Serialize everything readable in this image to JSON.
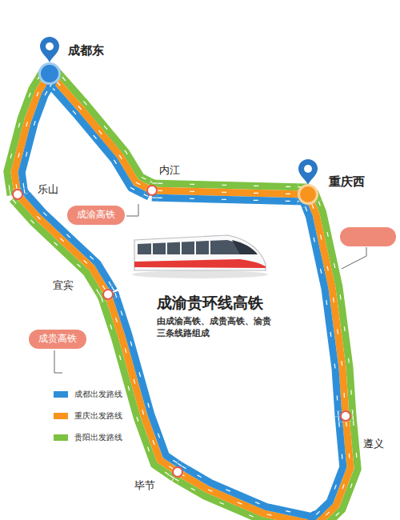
{
  "diagram": {
    "title": "成渝贵环线高铁",
    "caption": "由成渝高铁、成贵高铁、渝贵三条线路组成",
    "nodes": [
      {
        "text": [
          "成都东"
        ]
      },
      {
        "text": [
          "内江"
        ]
      },
      {
        "text": [
          "重庆西"
        ]
      },
      {
        "text": [
          "乐山"
        ]
      },
      {
        "text": [
          "成渝高铁"
        ]
      },
      {
        "text": [
          "宜宾"
        ]
      },
      {
        "text": [
          "成贵高铁"
        ]
      },
      {
        "text": [
          "遵义"
        ]
      },
      {
        "text": [
          "毕节"
        ]
      }
    ],
    "edges": [
      {
        "from": 0,
        "to": 1,
        "arrow": "none"
      },
      {
        "from": 1,
        "to": 2,
        "arrow": "none"
      },
      {
        "from": 2,
        "to": 7,
        "arrow": "none"
      },
      {
        "from": 7,
        "to": 8,
        "arrow": "none"
      },
      {
        "from": 8,
        "to": 5,
        "arrow": "none"
      },
      {
        "from": 5,
        "to": 3,
        "arrow": "none"
      },
      {
        "from": 3,
        "to": 0,
        "arrow": "none"
      }
    ],
    "legend": [
      {
        "text": "成都出发路线",
        "color": "#2e8fd8"
      },
      {
        "text": "重庆出发路线",
        "color": "#f7941d"
      },
      {
        "text": "贵阳出发路线",
        "color": "#7dc242"
      }
    ]
  }
}
